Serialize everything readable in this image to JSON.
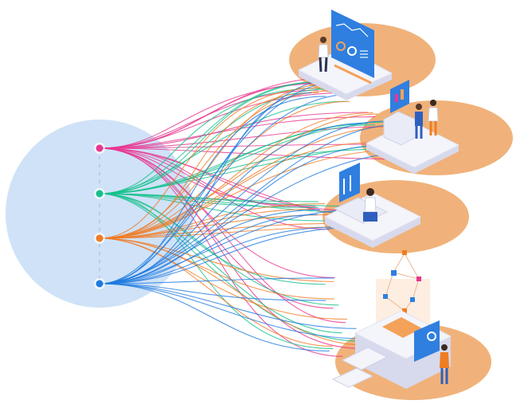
{
  "colors": {
    "background": "#ffffff",
    "source_circle": "#cfe2f7",
    "stand_disc": "#f0b27a",
    "platform_top": "#f4f4fb",
    "platform_side": "#d7d9ec",
    "screen_blue": "#2f7fe0",
    "screen_accent": "#f4a259",
    "person_orange": "#ef7d22",
    "person_white": "#ffffff",
    "person_blue": "#2e5fbf"
  },
  "sources": [
    {
      "id": "pink",
      "color": "#e8368f"
    },
    {
      "id": "green",
      "color": "#16c08b"
    },
    {
      "id": "orange",
      "color": "#f07c27"
    },
    {
      "id": "blue",
      "color": "#1f7ae0"
    }
  ],
  "destinations": [
    {
      "id": "analyst-dashboard-station",
      "icon": "presenter-dashboard"
    },
    {
      "id": "collaboration-station",
      "icon": "two-people-chart"
    },
    {
      "id": "desk-analysis-station",
      "icon": "seated-analyst"
    },
    {
      "id": "data-server-station",
      "icon": "server-hologram"
    }
  ]
}
